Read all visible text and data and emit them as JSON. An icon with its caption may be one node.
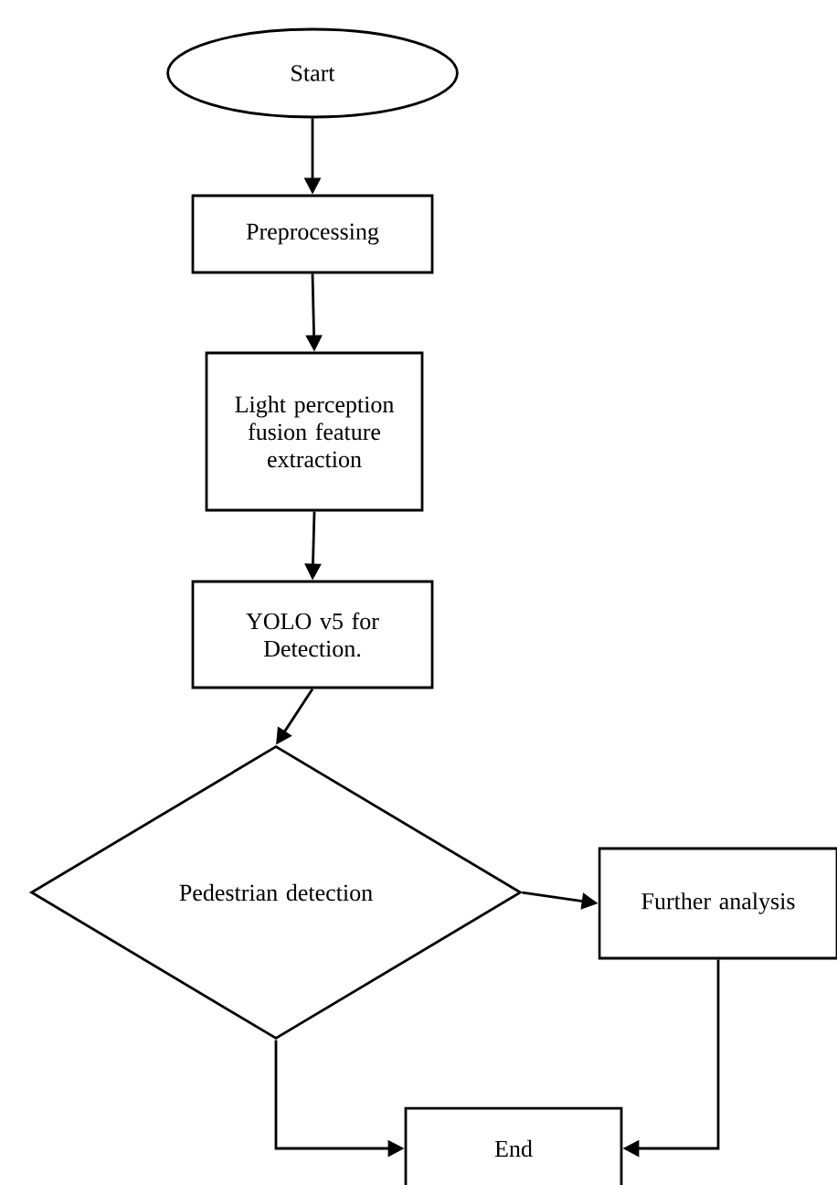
{
  "diagram": {
    "nodes": [
      {
        "text": [
          "Start"
        ]
      },
      {
        "text": [
          "Preprocessing"
        ]
      },
      {
        "text": [
          "Light perception fusion feature extraction"
        ]
      },
      {
        "text": [
          "YOLO v5 for Detection."
        ]
      },
      {
        "text": [
          "Pedestrian detection"
        ]
      },
      {
        "text": [
          "Further analysis"
        ]
      },
      {
        "text": [
          "End"
        ]
      }
    ],
    "edges": [
      {
        "from": 0,
        "to": 1,
        "arrow": "to"
      },
      {
        "from": 1,
        "to": 2,
        "arrow": "to"
      },
      {
        "from": 2,
        "to": 3,
        "arrow": "to"
      },
      {
        "from": 3,
        "to": 4,
        "arrow": "to"
      },
      {
        "from": 4,
        "to": 5,
        "arrow": "to"
      },
      {
        "from": 4,
        "to": 6,
        "arrow": "to"
      },
      {
        "from": 5,
        "to": 6,
        "arrow": "to"
      }
    ]
  }
}
